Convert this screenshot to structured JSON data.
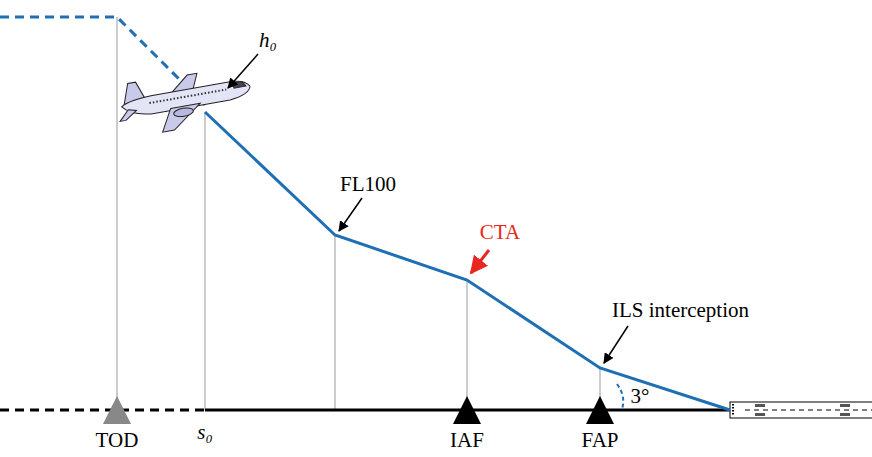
{
  "diagram": {
    "labels": [
      "h₀",
      "FL100",
      "CTA",
      "ILS interception",
      "3°",
      "TOD",
      "s₀",
      "IAF",
      "FAP"
    ]
  }
}
